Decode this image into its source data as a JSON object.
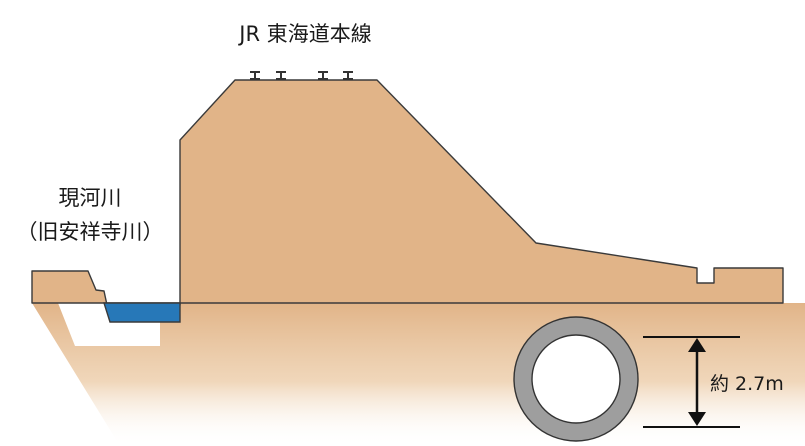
{
  "labels": {
    "railway": "JR 東海道本線",
    "river_name": "現河川",
    "river_old_name": "（旧安祥寺川）",
    "pipe_size": "約 2.7m"
  },
  "colors": {
    "embankment": "#e1b488",
    "water": "#2778b8",
    "pipe_ring": "#9e9e9e",
    "outline": "#3a3a3a"
  }
}
